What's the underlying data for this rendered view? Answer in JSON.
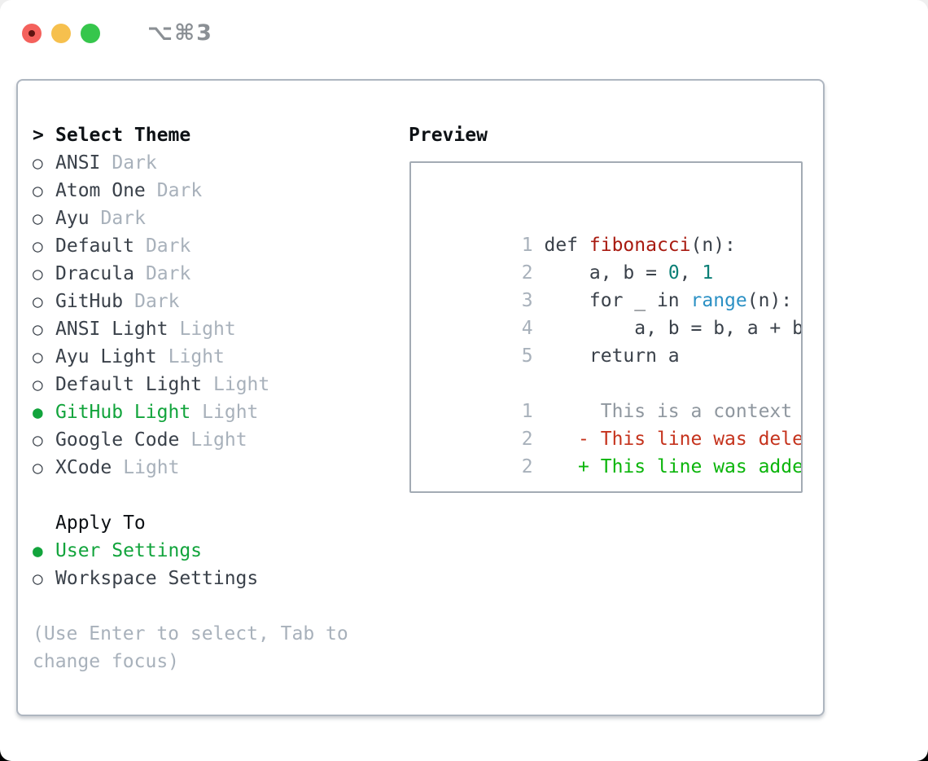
{
  "window": {
    "shortcut_label": "⌥⌘3"
  },
  "sidebar": {
    "header": {
      "prefix": ">",
      "label": "Select Theme"
    },
    "themes": [
      {
        "bullet": "○",
        "name": "ANSI",
        "variant": "Dark",
        "state": "normal"
      },
      {
        "bullet": "○",
        "name": "Atom One",
        "variant": "Dark",
        "state": "normal"
      },
      {
        "bullet": "○",
        "name": "Ayu",
        "variant": "Dark",
        "state": "normal"
      },
      {
        "bullet": "○",
        "name": "Default",
        "variant": "Dark",
        "state": "normal"
      },
      {
        "bullet": "○",
        "name": "Dracula",
        "variant": "Dark",
        "state": "normal"
      },
      {
        "bullet": "○",
        "name": "GitHub",
        "variant": "Dark",
        "state": "normal"
      },
      {
        "bullet": "○",
        "name": "ANSI Light",
        "variant": "Light",
        "state": "normal"
      },
      {
        "bullet": "○",
        "name": "Ayu Light",
        "variant": "Light",
        "state": "normal"
      },
      {
        "bullet": "○",
        "name": "Default Light",
        "variant": "Light",
        "state": "normal"
      },
      {
        "bullet": "●",
        "name": "GitHub Light",
        "variant": "Light",
        "state": "selected"
      },
      {
        "bullet": "○",
        "name": "Google Code",
        "variant": "Light",
        "state": "normal"
      },
      {
        "bullet": "○",
        "name": "XCode",
        "variant": "Light",
        "state": "normal"
      }
    ],
    "apply_to": {
      "label": "Apply To",
      "options": [
        {
          "bullet": "●",
          "label": "User Settings",
          "state": "selected"
        },
        {
          "bullet": "○",
          "label": "Workspace Settings",
          "state": "normal"
        }
      ]
    },
    "help_lines": [
      "(Use Enter to select, Tab to",
      "change focus)"
    ]
  },
  "preview": {
    "header": "Preview",
    "code_lines": [
      {
        "tokens": [
          {
            "text": "1 ",
            "cls": "num"
          },
          {
            "text": "def ",
            "cls": "plain"
          },
          {
            "text": "fibonacci",
            "cls": "fn"
          },
          {
            "text": "(n):",
            "cls": "plain"
          }
        ]
      },
      {
        "tokens": [
          {
            "text": "2 ",
            "cls": "num"
          },
          {
            "text": "    a, b = ",
            "cls": "plain"
          },
          {
            "text": "0",
            "cls": "numlit"
          },
          {
            "text": ", ",
            "cls": "plain"
          },
          {
            "text": "1",
            "cls": "numlit"
          }
        ]
      },
      {
        "tokens": [
          {
            "text": "3 ",
            "cls": "num"
          },
          {
            "text": "    for _ in ",
            "cls": "plain"
          },
          {
            "text": "range",
            "cls": "builtin"
          },
          {
            "text": "(n):",
            "cls": "plain"
          }
        ]
      },
      {
        "tokens": [
          {
            "text": "4 ",
            "cls": "num"
          },
          {
            "text": "        a, b = b, a + b",
            "cls": "plain"
          }
        ]
      },
      {
        "tokens": [
          {
            "text": "5 ",
            "cls": "num"
          },
          {
            "text": "    return a",
            "cls": "plain"
          }
        ]
      },
      {
        "tokens": []
      },
      {
        "tokens": [
          {
            "text": "1",
            "cls": "num"
          },
          {
            "text": "      This is a context line.",
            "cls": "ctx"
          }
        ]
      },
      {
        "tokens": [
          {
            "text": "2",
            "cls": "num"
          },
          {
            "text": "    - This line was deleted.",
            "cls": "del"
          }
        ]
      },
      {
        "tokens": [
          {
            "text": "2",
            "cls": "num"
          },
          {
            "text": "    + This line was added.",
            "cls": "add"
          }
        ]
      }
    ]
  },
  "colors": {
    "accent_green": "#12a43c",
    "diff_added": "#0bb50b",
    "diff_deleted": "#c5331d",
    "syntax_function": "#a81a10",
    "syntax_number": "#0b7f76",
    "syntax_builtin": "#2b90c4",
    "text_primary": "#3a414a",
    "text_heading": "#0d1115",
    "text_muted": "#a8b1bb",
    "context_line": "#8f979f",
    "traffic_red": "#f4615c",
    "traffic_yellow": "#f6c04e",
    "traffic_green": "#36c64c"
  }
}
